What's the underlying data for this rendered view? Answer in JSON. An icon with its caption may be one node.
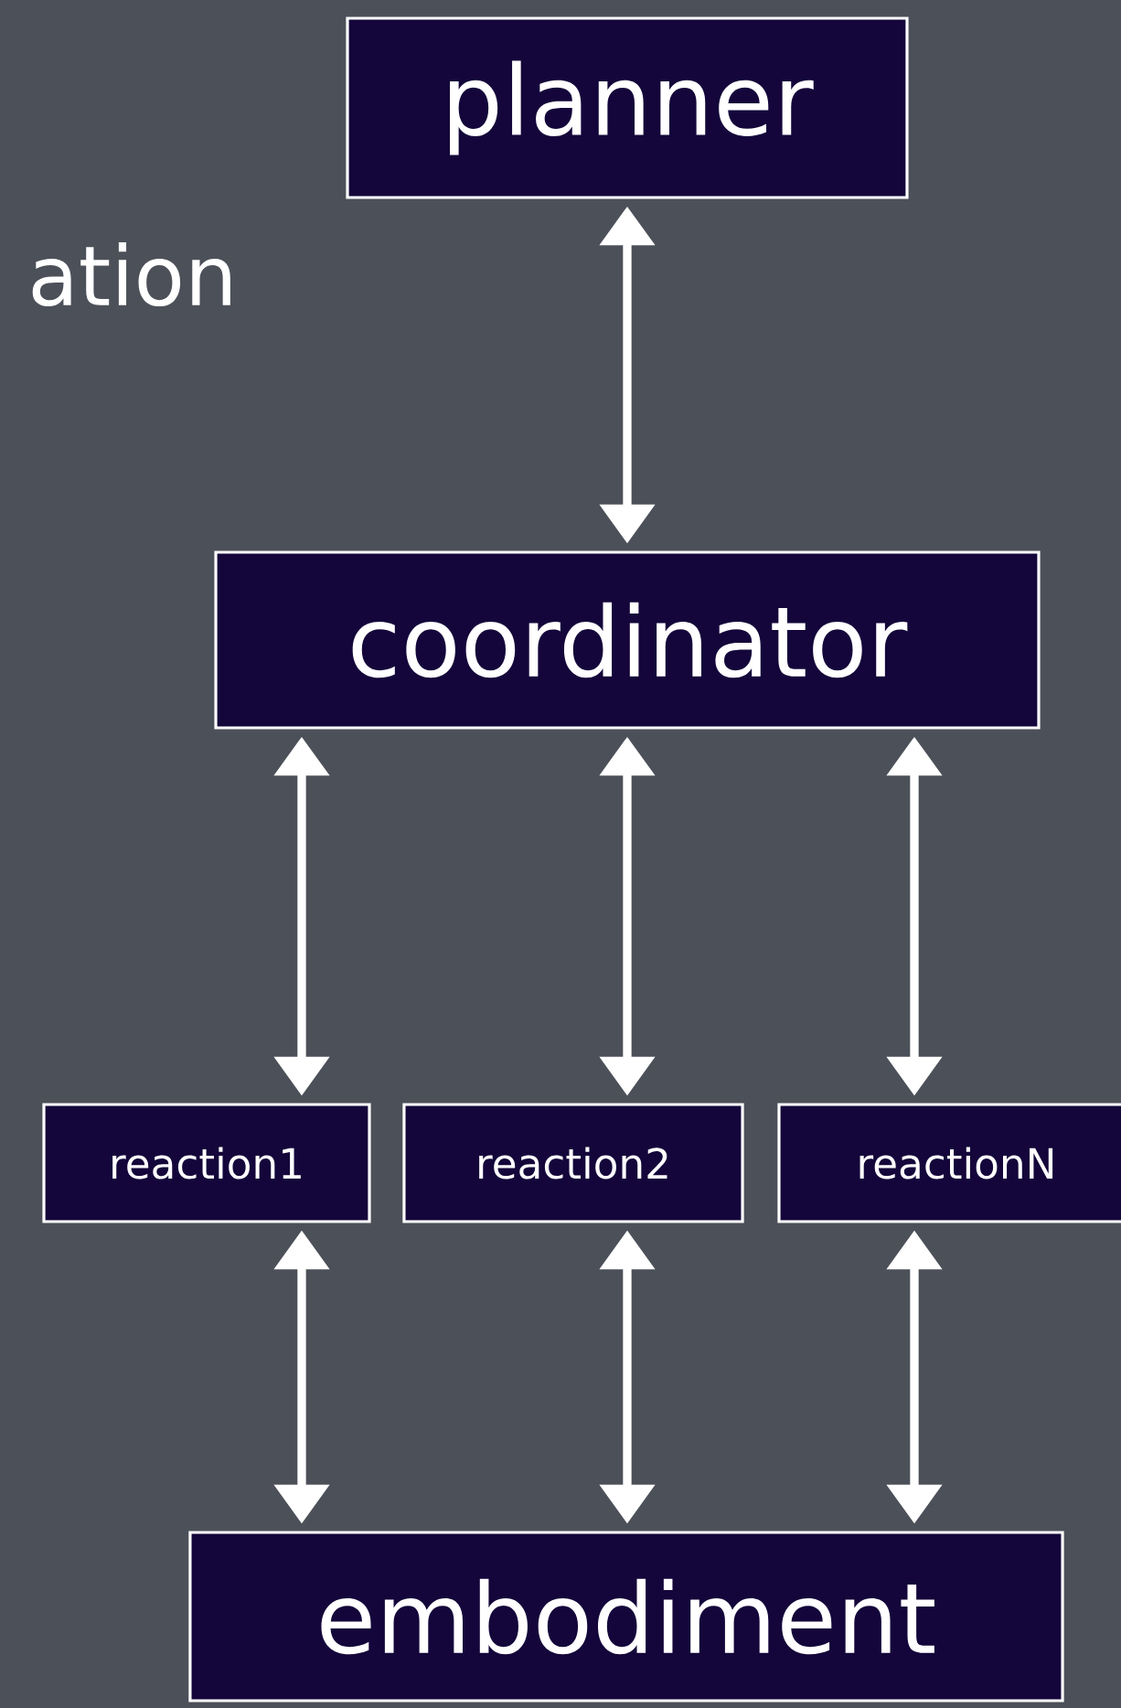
{
  "diagram": {
    "nodes": [
      {
        "text": [
          "planner"
        ]
      },
      {
        "text": [
          "coordinator"
        ]
      },
      {
        "text": [
          "reaction1"
        ]
      },
      {
        "text": [
          "reaction2"
        ]
      },
      {
        "text": [
          "reactionN"
        ]
      },
      {
        "text": [
          "embodiment"
        ]
      }
    ],
    "edges": [
      {
        "from": 0,
        "to": 1,
        "arrow": "both"
      },
      {
        "from": 1,
        "to": 2,
        "arrow": "both"
      },
      {
        "from": 1,
        "to": 3,
        "arrow": "both"
      },
      {
        "from": 1,
        "to": 4,
        "arrow": "both"
      },
      {
        "from": 2,
        "to": 5,
        "arrow": "both"
      },
      {
        "from": 3,
        "to": 5,
        "arrow": "both"
      },
      {
        "from": 4,
        "to": 5,
        "arrow": "both"
      }
    ],
    "labels": [
      "ation"
    ]
  }
}
